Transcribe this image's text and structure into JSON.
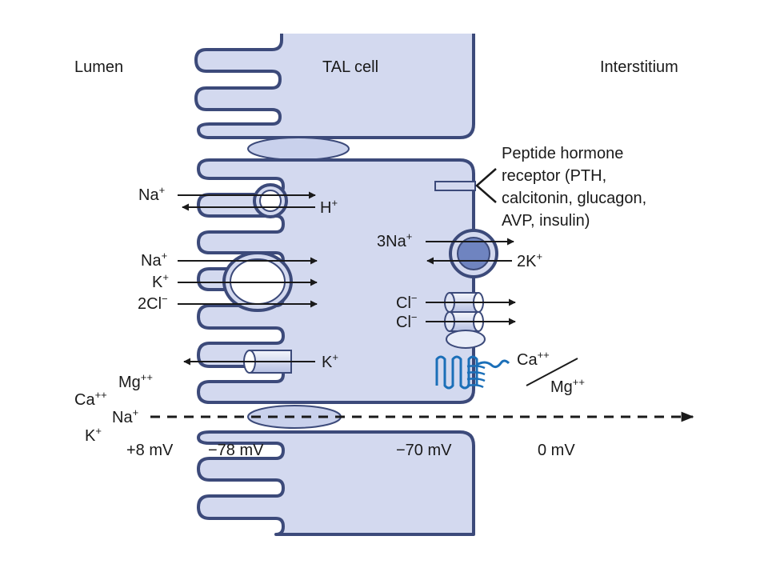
{
  "regions": {
    "lumen": "Lumen",
    "cell": "TAL cell",
    "interstitium": "Interstitium"
  },
  "receptor_label": [
    "Peptide hormone",
    "receptor (PTH,",
    "calcitonin, glucagon,",
    "AVP, insulin)"
  ],
  "ions": {
    "nhe_na": {
      "base": "Na",
      "sup": "+"
    },
    "nhe_h": {
      "base": "H",
      "sup": "+"
    },
    "nkcc_na": {
      "base": "Na",
      "sup": "+"
    },
    "nkcc_k": {
      "base": "K",
      "sup": "+"
    },
    "nkcc_cl": {
      "base": "2Cl",
      "sup": "−"
    },
    "romk_k": {
      "base": "K",
      "sup": "+"
    },
    "pump_na": {
      "base": "3Na",
      "sup": "+"
    },
    "pump_k": {
      "base": "2K",
      "sup": "+"
    },
    "clc1": {
      "base": "Cl",
      "sup": "−"
    },
    "clc2": {
      "base": "Cl",
      "sup": "−"
    },
    "casr_ca": {
      "base": "Ca",
      "sup": "++"
    },
    "casr_mg": {
      "base": "Mg",
      "sup": "++"
    },
    "para_mg": {
      "base": "Mg",
      "sup": "++"
    },
    "para_ca": {
      "base": "Ca",
      "sup": "++"
    },
    "para_na": {
      "base": "Na",
      "sup": "+"
    },
    "para_k": {
      "base": "K",
      "sup": "+"
    }
  },
  "voltages": {
    "lumen": "+8 mV",
    "apical": "−78 mV",
    "basolateral": "−70 mV",
    "interstitium": "0 mV"
  },
  "colors": {
    "cell_fill": "#d3d9ef",
    "membrane": "#3c4a7a",
    "transporter_fill": "#ffffff",
    "pump_fill": "#6f84c0",
    "casr": "#1b6fb8",
    "arrow": "#1a1a1a"
  }
}
